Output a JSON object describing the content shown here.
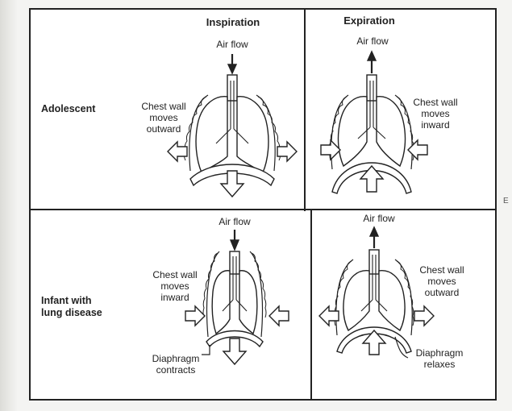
{
  "columns": {
    "inspiration": "Inspiration",
    "expiration": "Expiration"
  },
  "rows": {
    "adolescent": "Adolescent",
    "infant": "Infant with\nlung disease"
  },
  "panels": {
    "adolescent_inspiration": {
      "airflow": "Air flow",
      "chest": "Chest wall\nmoves\noutward"
    },
    "adolescent_expiration": {
      "airflow": "Air flow",
      "chest": "Chest wall\nmoves\ninward"
    },
    "infant_inspiration": {
      "airflow": "Air flow",
      "chest": "Chest wall\nmoves\ninward",
      "diaphragm": "Diaphragm\ncontracts"
    },
    "infant_expiration": {
      "airflow": "Air flow",
      "chest": "Chest wall\nmoves\noutward",
      "diaphragm": "Diaphragm\nrelaxes"
    }
  },
  "edge_mark": "E"
}
